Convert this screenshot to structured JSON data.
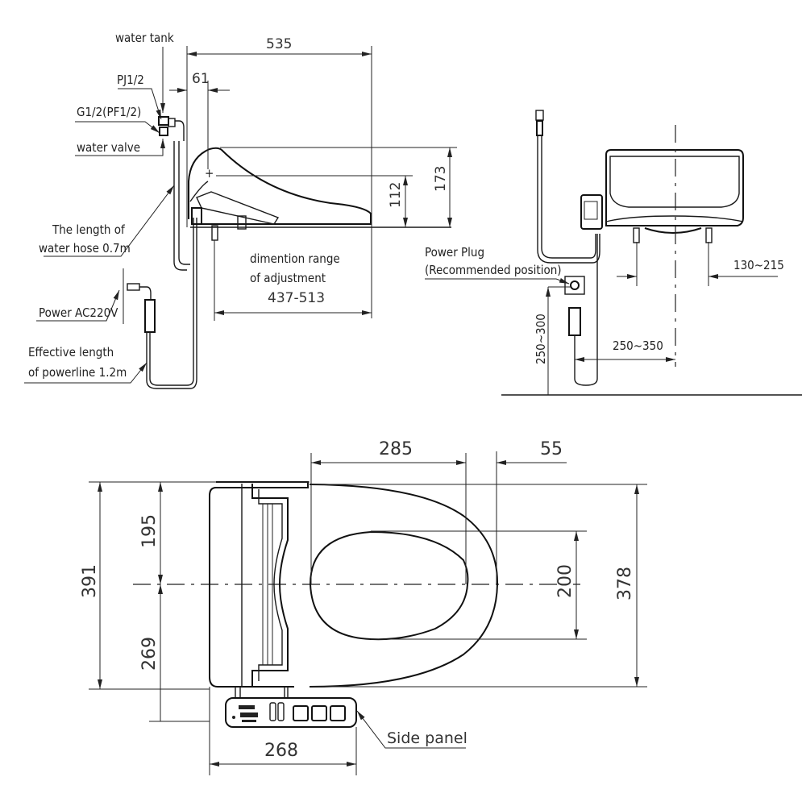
{
  "side_view": {
    "labels": {
      "water_tank": "water tank",
      "pj": "PJ1/2",
      "g_thread": "G1/2(PF1/2)",
      "water_valve": "water valve",
      "hose_line1": "The length of",
      "hose_line2": "water hose 0.7m",
      "power": "Power AC220V",
      "powerline_line1": "Effective length",
      "powerline_line2": "of powerline 1.2m",
      "adjust_line1": "dimention range",
      "adjust_line2": "of adjustment",
      "adjust_value": "437-513"
    },
    "dimensions": {
      "total_length": "535",
      "hinge_offset": "61",
      "hinge_height": "112",
      "total_height": "173"
    }
  },
  "front_view": {
    "labels": {
      "power_plug_line1": "Power Plug",
      "power_plug_line2": "(Recommended position)"
    },
    "dimensions": {
      "bolt_spacing": "130~215",
      "plug_height": "250~300",
      "plug_offset": "250~350"
    }
  },
  "top_view": {
    "labels": {
      "side_panel": "Side panel"
    },
    "dimensions": {
      "total_width": "391",
      "upper_half": "195",
      "lower_half": "269",
      "seat_length": "285",
      "front_gap": "55",
      "opening_width": "200",
      "seat_width": "378",
      "panel_length": "268"
    }
  }
}
